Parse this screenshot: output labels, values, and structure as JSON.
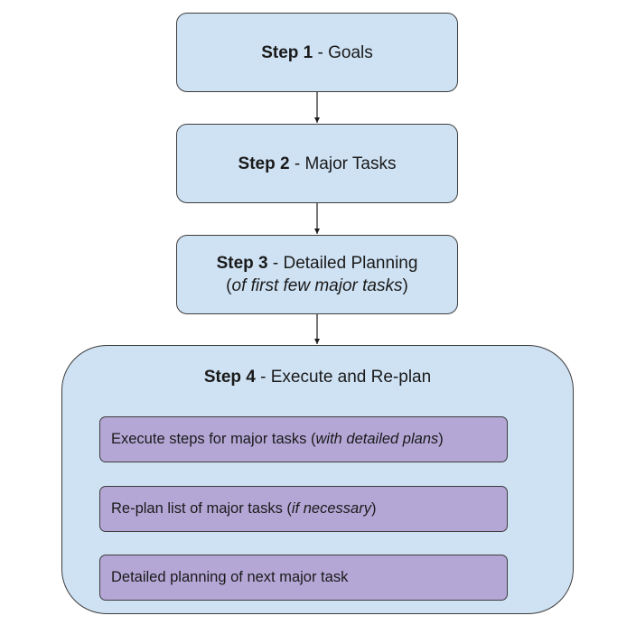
{
  "step1": {
    "bold": "Step 1",
    "sep": " - ",
    "text": "Goals"
  },
  "step2": {
    "bold": "Step 2",
    "sep": " - ",
    "text": "Major Tasks"
  },
  "step3": {
    "bold": "Step 3",
    "sep": " - ",
    "text": "Detailed Planning",
    "paren_open": "(",
    "italic": "of first few major tasks",
    "paren_close": ")"
  },
  "step4": {
    "bold": "Step 4",
    "sep": " - ",
    "text": "Execute and Re-plan",
    "substeps": [
      {
        "text": "Execute steps for major tasks (",
        "italic": "with detailed plans",
        "close": ")"
      },
      {
        "text": "Re-plan list of major tasks (",
        "italic": "if necessary",
        "close": ")"
      },
      {
        "text": "Detailed planning of next major task",
        "italic": "",
        "close": ""
      }
    ]
  },
  "colors": {
    "step_fill": "#cfe2f3",
    "substep_fill": "#b4a7d6",
    "border": "#3d3d3d"
  }
}
